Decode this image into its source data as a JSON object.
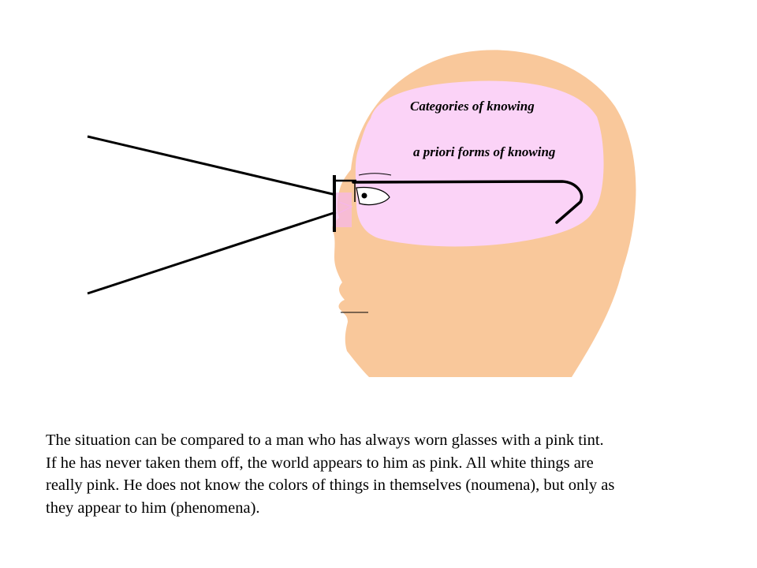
{
  "diagram": {
    "labels": {
      "categories": "Categories of knowing",
      "a_priori": "a priori forms of knowing"
    },
    "colors": {
      "head": "#f9c89b",
      "brain": "#fbd3f7",
      "lines": "#000000",
      "lens_tint": "#f6b6ec"
    }
  },
  "caption": {
    "lines": [
      "The situation can be compared to a man who has always worn glasses with a pink tint.",
      "If he has never taken them off, the world appears to him as pink.  All white things are",
      "really pink.  He does not know the colors of things in themselves (noumena), but only as",
      "they appear to him (phenomena)."
    ]
  }
}
